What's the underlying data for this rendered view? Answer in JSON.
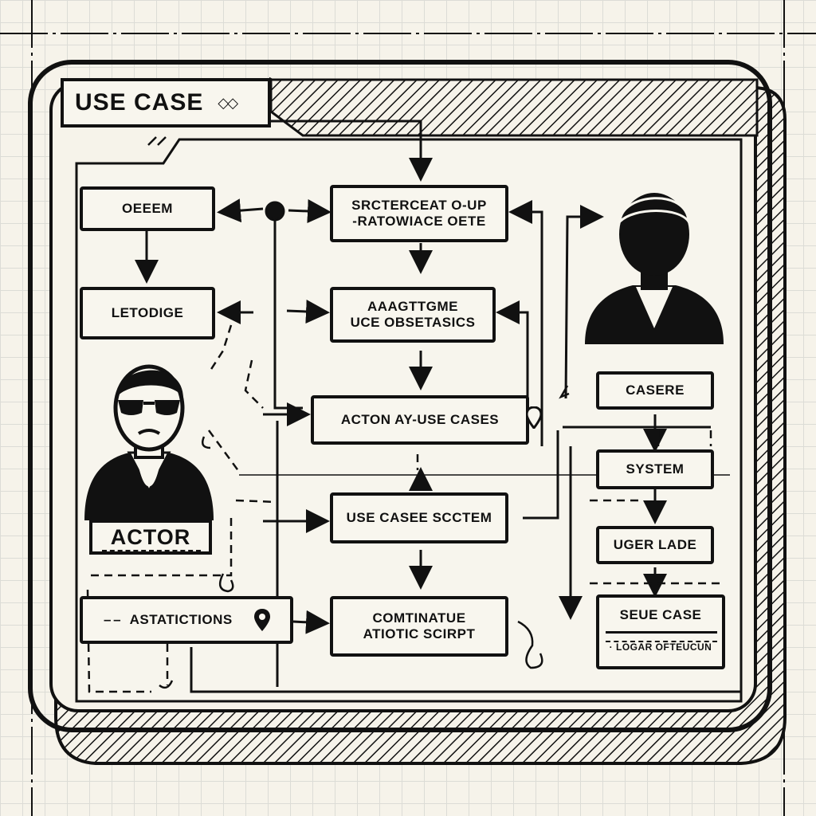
{
  "header": {
    "title": "USE CASE",
    "title_icon": "double-diamond-icon"
  },
  "left_column": {
    "box1": "OEEEM",
    "box2": "LETODIGE"
  },
  "center_column": {
    "box1_line1": "SRCTERCEAT O-UP",
    "box1_line2": "-RATOWIACE OETE",
    "box2_line1": "AAAGTTGME",
    "box2_line2": "UCE OBSETASICS",
    "box3": "ACTON AY-USE CASES",
    "box4": "USE CASEE SCCTEM",
    "box5_line1": "COMTINATUE",
    "box5_line2": "ATIOTIC SCIRPT"
  },
  "actor": {
    "label": "ACTOR",
    "icon": "actor-person-icon"
  },
  "bottom_left": {
    "label": "ASTATICTIONS",
    "icon": "map-pin-icon"
  },
  "right_column": {
    "box1": "CASERE",
    "box2": "SYSTEM",
    "box3": "UGER LADE",
    "box4_title": "SEUE CASE",
    "box4_sub": "· LOGAR OFTEUCUN"
  },
  "user_icon": "user-silhouette-icon",
  "colors": {
    "ink": "#111111",
    "paper": "#f6f3ea",
    "grid": "#dcdcd6"
  }
}
